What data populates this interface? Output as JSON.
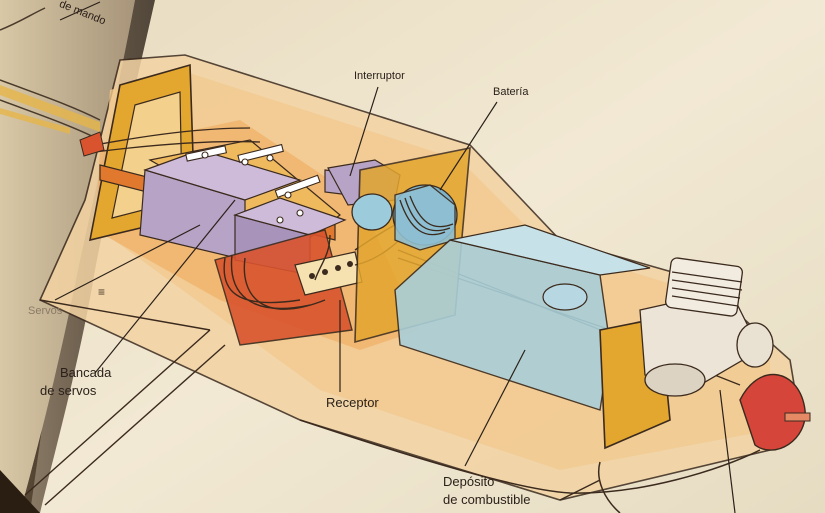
{
  "labels": {
    "top_left_fragment": "de mando",
    "interruptor": "Interruptor",
    "bateria": "Batería",
    "servos_fragment": "Servos",
    "bancada_line1": "Bancada",
    "bancada_line2": "de servos",
    "receptor": "Receptor",
    "deposito_line1": "Depósito",
    "deposito_line2": "de combustible"
  },
  "colors": {
    "page": "#efe6d0",
    "shadow": "#3a2a1c",
    "fuselage": "#f1c98f",
    "bulkhead": "#e3a62e",
    "servo": "#b7a3c6",
    "tank": "#a9cfd9",
    "receiver": "#d9542e",
    "battery": "#7fb3c8",
    "spinner": "#d6453a",
    "outline": "#3b2a1d"
  }
}
